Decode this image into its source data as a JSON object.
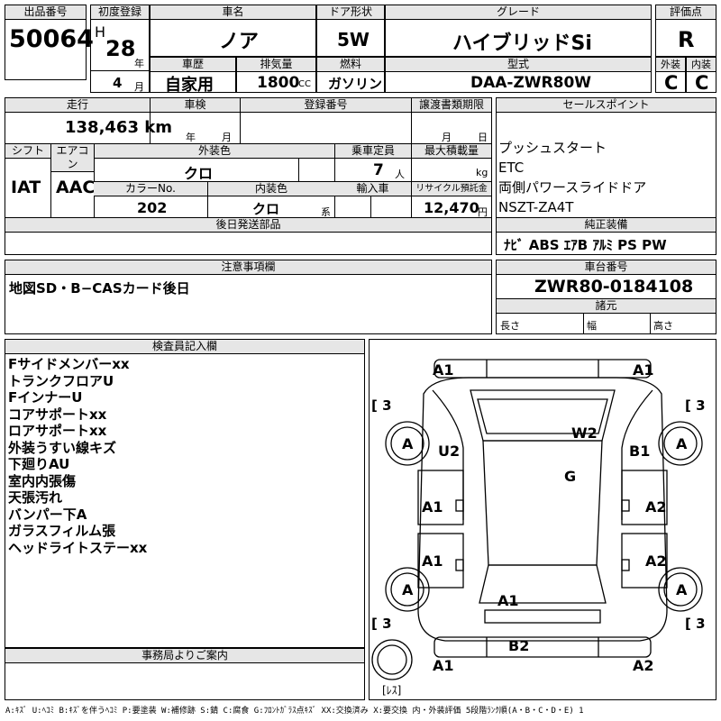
{
  "header": {
    "lot_label": "出品番号",
    "lot_no": "50064",
    "first_reg_label": "初度登録",
    "era": "H",
    "year": "28",
    "year_unit": "年",
    "month": "4",
    "month_unit": "月",
    "car_name_label": "車名",
    "car_name": "ノア",
    "door_label": "ドア形状",
    "door": "5W",
    "grade_label": "グレード",
    "grade": "ハイブリッドSi",
    "score_label": "評価点",
    "score": "R",
    "history_label": "車歴",
    "history": "自家用",
    "displacement_label": "排気量",
    "displacement": "1800",
    "cc": "CC",
    "fuel_label": "燃料",
    "fuel": "ガソリン",
    "model_label": "型式",
    "model": "DAA-ZWR80W",
    "ext_label": "外装",
    "ext": "C",
    "int_label": "内装",
    "int": "C"
  },
  "row2": {
    "mileage_label": "走行",
    "mileage": "138,463 km",
    "inspect_label": "車検",
    "inspect_year": "年",
    "inspect_month": "月",
    "regno_label": "登録番号",
    "transfer_label": "譲渡書類期限",
    "transfer_month": "月",
    "transfer_day": "日",
    "shift_label": "シフト",
    "shift": "IAT",
    "ac_label": "エアコン",
    "ac": "AAC",
    "color_label": "外装色",
    "color": "クロ",
    "cap_label": "乗車定員",
    "cap": "7",
    "cap_unit": "人",
    "load_label": "最大積載量",
    "load_unit": "kg",
    "colorno_label": "カラーNo.",
    "colorno": "202",
    "intcolor_label": "内装色",
    "intcolor": "クロ",
    "intcolor_unit": "系",
    "import_label": "輸入車",
    "recycle_label": "リサイクル預託金",
    "recycle": "12,470",
    "recycle_unit": "円",
    "later_label": "後日発送部品"
  },
  "sales": {
    "label": "セールスポイント",
    "items": [
      "プッシュスタート",
      "ETC",
      "両側パワースライドドア",
      "NSZT-ZA4T"
    ],
    "equip_label": "純正装備",
    "equip": "ﾅﾋﾞ ABS ｴｱB ｱﾙﾐ PS PW"
  },
  "caution": {
    "label": "注意事項欄",
    "text": "地図SD・B−CASカード後日"
  },
  "chassis": {
    "label": "車台番号",
    "value": "ZWR80-0184108",
    "specs_label": "諸元",
    "len": "長さ",
    "wid": "幅",
    "hgt": "高さ"
  },
  "inspector": {
    "label": "検査員記入欄",
    "lines": [
      "Fサイドメンバーxx",
      "トランクフロアU",
      "FインナーU",
      "コアサポートxx",
      "ロアサポートxx",
      "外装うすい線キズ",
      "下廻りAU",
      "室内内張傷",
      "天張汚れ",
      "バンパー下A",
      "ガラスフィルム張",
      "ヘッドライトステーxx"
    ]
  },
  "office": {
    "label": "事務局よりご案内"
  },
  "diagram": {
    "a1_tl": "A1",
    "a1_tr": "A1",
    "b3_tl": "[ 3",
    "b3_tr": "[ 3",
    "a_lf": "A",
    "a_rf": "A",
    "u2": "U2",
    "w2": "W2",
    "b1": "B1",
    "g": "G",
    "a1_ml": "A1",
    "a2_mr": "A2",
    "a1_ml2": "A1",
    "a2_mr2": "A2",
    "a_lr": "A",
    "a_rr": "A",
    "a1_c": "A1",
    "b3_bl": "[ 3",
    "b3_br": "[ 3",
    "b2": "B2",
    "a1_bl": "A1",
    "a2_br": "A2",
    "spare": "[ﾚｽ]"
  },
  "legend": "A:ｷｽﾞ U:ﾍｺﾐ B:ｷｽﾞを伴うﾍｺﾐ P:要塗装 W:補修跡 S:錆 C:腐食 G:ﾌﾛﾝﾄｶﾞﾗｽ点ｷｽﾞ XX:交換済み X:要交換 内・外装評価 5段階ﾗﾝｸ順(A・B・C・D・E) 1"
}
